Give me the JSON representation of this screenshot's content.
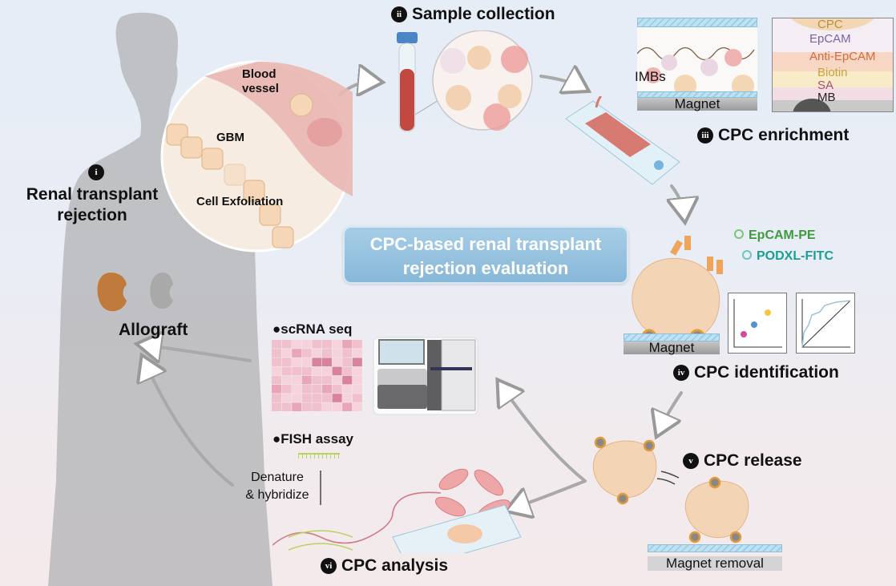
{
  "diagram": {
    "title": "CPC-based renal transplant rejection evaluation",
    "steps": [
      {
        "number": "i",
        "title": "Renal transplant rejection"
      },
      {
        "number": "ii",
        "title": "Sample collection"
      },
      {
        "number": "iii",
        "title": "CPC enrichment"
      },
      {
        "number": "iv",
        "title": "CPC identification"
      },
      {
        "number": "v",
        "title": "CPC release"
      },
      {
        "number": "vi",
        "title": "CPC analysis"
      }
    ],
    "step1": {
      "inset_labels": {
        "blood_vessel_line1": "Blood",
        "blood_vessel_line2": "vessel",
        "gbm": "GBM",
        "exfoliation": "Cell Exfoliation"
      },
      "title_line1": "Renal transplant",
      "title_line2": "rejection",
      "allograft": "Allograft"
    },
    "step3": {
      "imbs": "IMBs",
      "magnet": "Magnet",
      "layers": [
        {
          "label": "CPC",
          "color": "#b8923a"
        },
        {
          "label": "EpCAM",
          "color": "#7a62a8"
        },
        {
          "label": "Anti-EpCAM",
          "color": "#d46a40"
        },
        {
          "label": "Biotin",
          "color": "#c9a23a"
        },
        {
          "label": "SA",
          "color": "#b04a7a"
        },
        {
          "label": "MB",
          "color": "#222222"
        }
      ]
    },
    "step4": {
      "markers": [
        {
          "label": "EpCAM-PE",
          "color": "#3f9a3f"
        },
        {
          "label": "PODXL-FITC",
          "color": "#1e9c96"
        }
      ],
      "magnet": "Magnet"
    },
    "step5": {
      "magnet": "Magnet removal"
    },
    "step6": {
      "methods": [
        "●scRNA seq",
        "●FISH assay"
      ],
      "fish_step_line1": "Denature",
      "fish_step_line2": "& hybridize"
    }
  }
}
